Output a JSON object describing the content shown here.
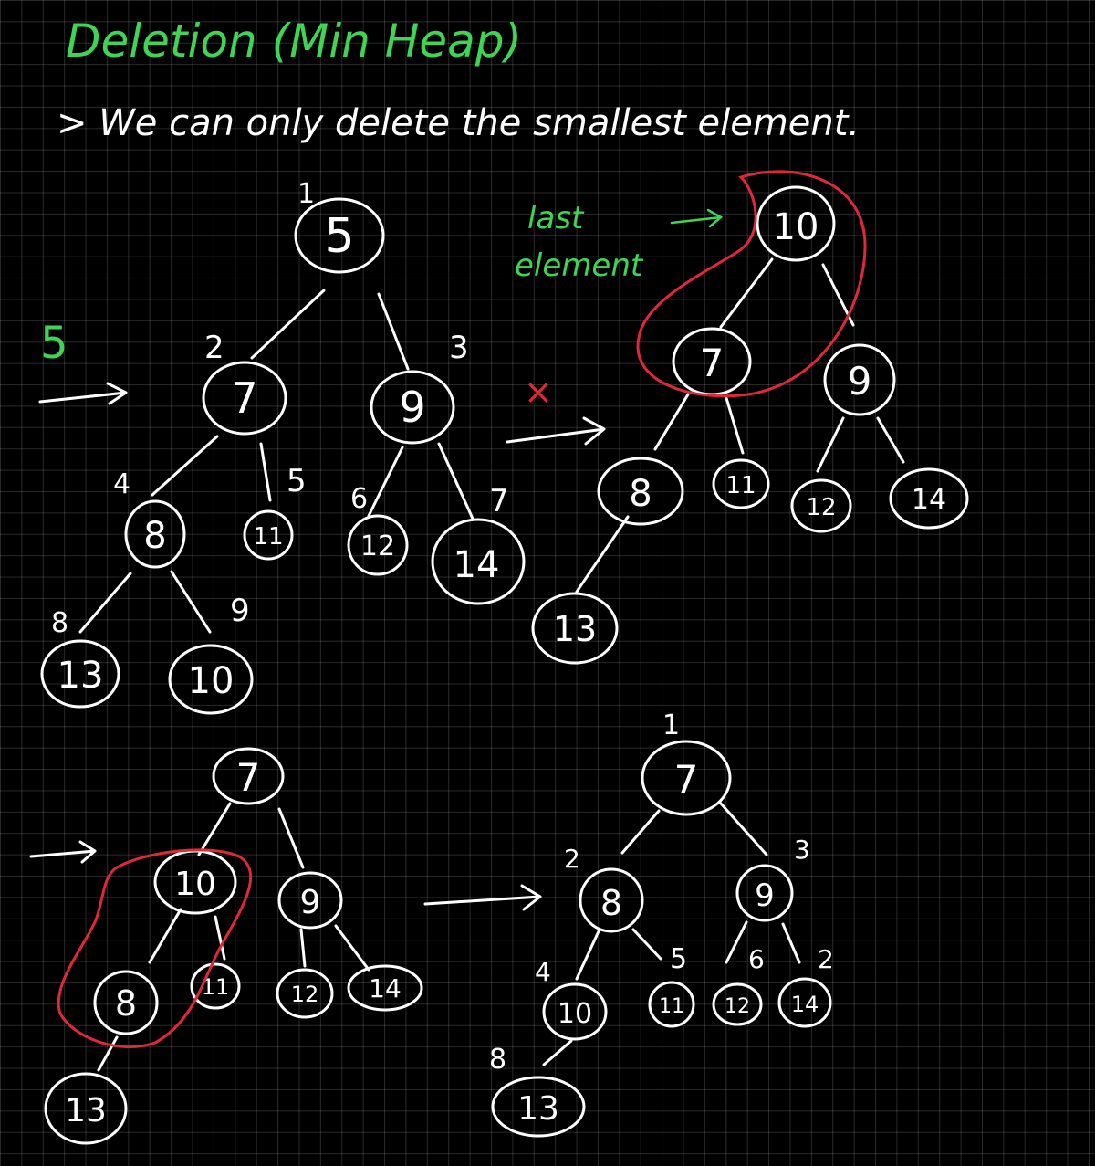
{
  "title": "Deletion (Min Heap)",
  "note": "> We can only delete the smallest element.",
  "removed_value": "5",
  "last_element_label": [
    "last",
    "element"
  ],
  "cross_mark": "×",
  "tree1": {
    "nodes": [
      "5",
      "7",
      "9",
      "8",
      "11",
      "12",
      "14",
      "13",
      "10"
    ],
    "indices": [
      "1",
      "2",
      "3",
      "4",
      "5",
      "6",
      "7",
      "8",
      "9"
    ]
  },
  "tree2": {
    "nodes": [
      "10",
      "7",
      "9",
      "8",
      "11",
      "12",
      "14",
      "13"
    ]
  },
  "tree3": {
    "nodes": [
      "7",
      "10",
      "9",
      "8",
      "11",
      "12",
      "14",
      "13"
    ]
  },
  "tree4": {
    "nodes": [
      "7",
      "8",
      "9",
      "10",
      "11",
      "12",
      "14",
      "13"
    ],
    "indices": [
      "1",
      "2",
      "3",
      "4",
      "5",
      "6",
      "2",
      "8"
    ]
  },
  "colors": {
    "background": "#000000",
    "heading": "#3fd456",
    "ink": "#ffffff",
    "highlight": "#e0283a"
  }
}
